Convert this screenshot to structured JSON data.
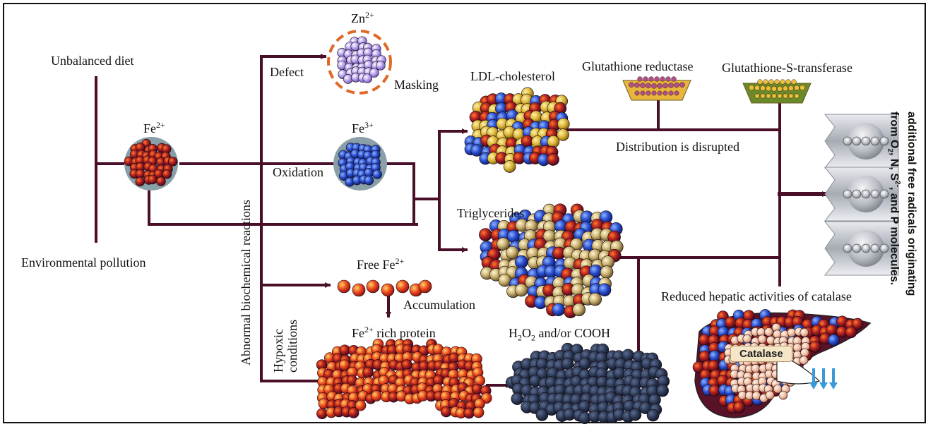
{
  "sources": {
    "diet": "Unbalanced diet",
    "pollution": "Environmental pollution"
  },
  "ions": {
    "fe2_base": "Fe",
    "fe2_sup": "2+",
    "fe3_base": "Fe",
    "fe3_sup": "3+",
    "zn_base": "Zn",
    "zn_sup": "2+",
    "free_fe_prefix": "Free Fe",
    "free_fe_sup": "2+",
    "rich_base": "Fe",
    "rich_sup": "2+",
    "rich_suffix": " rich protein"
  },
  "labels": {
    "defect": "Defect",
    "masking": "Masking",
    "oxidation": "Oxidation",
    "abnormal": "Abnormal biochemical  reactions",
    "hypoxic_1": "Hypoxic",
    "hypoxic_2": "conditions",
    "accumulation": "Accumulation",
    "ldl": "LDL-cholesterol",
    "glut_red": "Glutathione reductase",
    "glut_trans": "Glutathione-S-transferase",
    "distribution": "Distribution is disrupted",
    "triglycerides": "Triglycerides",
    "h2o2_a": "H",
    "h2o2_b": "2",
    "h2o2_c": "O",
    "h2o2_d": "2",
    "h2o2_e": " and/or COOH",
    "catalase_reduced": "Reduced hepatic activities of catalase",
    "catalase": "Catalase",
    "radicals_line1": "additional free radicals originating",
    "radicals_l2_a": "from O",
    "radicals_l2_b": "2",
    "radicals_l2_c": ", N, S",
    "radicals_l2_d": "2-",
    "radicals_l2_e": ", and P molecules."
  },
  "colors": {
    "arrow": "#4a0f28",
    "fe2": "#6b1022",
    "fe3": "#1e3fb8",
    "zn": "#b9a8e8",
    "gold": "#d8b23a",
    "navy": "#26324f",
    "orange": "#e0692a"
  }
}
